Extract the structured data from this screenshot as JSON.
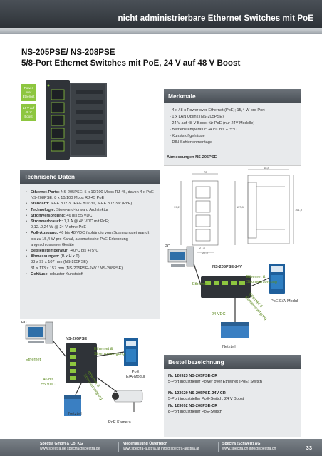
{
  "header": {
    "title": "nicht administrierbare Ethernet Switches mit PoE"
  },
  "product": {
    "title_line1": "NS-205PSE/ NS-208PSE",
    "title_line2": "5/8-Port Ethernet Switches mit PoE, 24 V auf 48 V Boost"
  },
  "side_tags": [
    "Power over Ethernet",
    "24 V auf 48 V Boost"
  ],
  "merkmale": {
    "heading": "Merkmale",
    "items": [
      "4 x / 8 x Power over Ethernet (PoE); 15,4 W pro Port",
      "1 x LAN Uplink (NS-205PSE)",
      "24 V auf 48 V Boost für PoE (nur 24V Modelle)",
      "Betriebstemperatur: -40°C bis +75°C",
      "Kunststoffgehäuse",
      "DIN-Schienenmontage"
    ]
  },
  "dims": {
    "label": "Abmessungen NS-205PSE",
    "numbers": [
      "72",
      "18,8",
      "99,2",
      "117,8",
      "27,8",
      "22,5",
      "33",
      "99,2",
      "33",
      "161,9",
      "2,2",
      "8"
    ]
  },
  "tech": {
    "heading": "Technische Daten",
    "items": [
      {
        "k": "Ethernet-Ports:",
        "v": " NS-205PSE: 5 x 10/100 Mbps RJ-45, davon 4 x PoE",
        "cont": "NS-208PSE: 8 x 10/100 Mbps RJ-45 PoE"
      },
      {
        "k": "Standard:",
        "v": " IEEE 802.3, IEEE 802.3u, IEEE 802.3af (PoE)",
        "cont": ""
      },
      {
        "k": "Technologie:",
        "v": " Store-and-forward Architektur",
        "cont": ""
      },
      {
        "k": "Stromversorgung:",
        "v": " 46 bis 55 VDC",
        "cont": ""
      },
      {
        "k": "Stromverbrauch:",
        "v": " 1,3 A @ 48 VDC mit PoE;",
        "cont": "0,12..0,24 W @ 24 V ohne PoE"
      },
      {
        "k": "PoE-Ausgang:",
        "v": " 46 bis 48 VDC (abhängig vom Spannungseingang),",
        "cont": "bis zu 15,4 W pro Kanal, automatische PoE-Erkennung angeschlossener Geräte"
      },
      {
        "k": "Betriebstemperatur:",
        "v": " -40°C bis +75°C",
        "cont": ""
      },
      {
        "k": "Abmessungen:",
        "v": " (B x H x T)",
        "cont": "33 x 99 x 107 mm (NS-205PSE)\n31 x 113 x 157 mm (NS-205PSE-24V / NS-208PSE)"
      },
      {
        "k": "Gehäuse:",
        "v": " robuster Kunststoff",
        "cont": ""
      }
    ]
  },
  "diagram1": {
    "pc": "PC",
    "switch": "NS-205PSE-24V",
    "ethernet": "Ethernet",
    "eth_strom": "Ethernet &\nStromversorgung",
    "eth_strom_diag": "Ethernet &\nStromversorgung",
    "poe_module": "PoE E/A-Modul",
    "vdc": "24 VDC",
    "netzteil": "Netzteil"
  },
  "diagram2": {
    "pc": "PC",
    "switch": "NS-205PSE",
    "ethernet": "Ethernet",
    "eth_strom": "Ethernet &\nStromversorgung",
    "eth_strom_diag": "Ethernet &\nStromversorgung",
    "poe_module": "PoE\nE/A-Modul",
    "vdc": "46 bis\n55 VDC",
    "netzteil": "Netzteil",
    "camera": "PoE Kamera"
  },
  "bestell": {
    "heading": "Bestellbezeichnung",
    "items": [
      {
        "num": "Nr. 120923    NS-205PSE-CR",
        "desc": "5-Port industrieller Power over Ethernet (PoE) Switch"
      },
      {
        "num": "Nr. 123629    NS-205PSE-24V-CR",
        "desc": "5-Port industrieller PoE-Switch, 24 V Boost"
      },
      {
        "num": "Nr. 123092    NS-208PSE-CR",
        "desc": "8-Port industrieller PoE-Switch"
      }
    ]
  },
  "footer": {
    "col1_company": "Spectra GmbH & Co. KG",
    "col1_web": "www.spectra.de  spectra@spectra.de",
    "col2_company": "Niederlassung Österreich",
    "col2_web": "www.spectra-austria.at  info@spectra-austria.at",
    "col3_company": "Spectra (Schweiz) AG",
    "col3_web": "www.spectra.ch  info@spectra.ch",
    "page": "33"
  },
  "colors": {
    "accent_green": "#8dc63f",
    "header_dark": "#3a4046",
    "box_grey": "#e8eaec"
  }
}
